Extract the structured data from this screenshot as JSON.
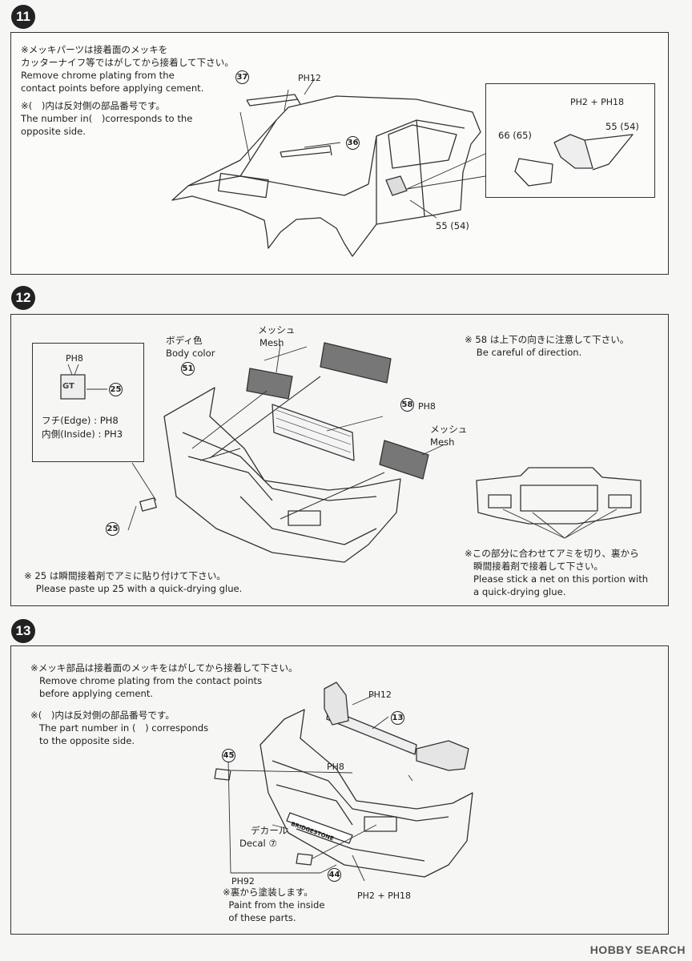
{
  "steps": {
    "s11": "11",
    "s12": "12",
    "s13": "13"
  },
  "step11": {
    "note_chrome": "※メッキパーツは接着面のメッキを\nカッターナイフ等ではがしてから接着して下さい。\nRemove chrome plating from the\ncontact points before applying cement.",
    "note_opposite": "※(　)内は反対側の部品番号です。\nThe number in(　)corresponds to the\nopposite side.",
    "ref_ph12": "PH12",
    "part_37": "37",
    "part_36": "36",
    "part_55_54": "55 (54)",
    "inset_ref": "PH2 + PH18",
    "inset_66_65": "66 (65)",
    "inset_55_54": "55 (54)"
  },
  "step12": {
    "ph8_top": "PH8",
    "part_25_inset": "25",
    "edge_label": "フチ(Edge) : PH8",
    "inside_label": "内側(Inside) : PH3",
    "body_color_jp": "ボディ色",
    "body_color_en": "Body color",
    "part_51": "51",
    "mesh1_jp": "メッシュ",
    "mesh1_en": "Mesh",
    "part_58": "58",
    "ref_ph8": "PH8",
    "mesh2_jp": "メッシュ",
    "mesh2_en": "Mesh",
    "part_25": "25",
    "note_direction": "※ 58 は上下の向きに注意して下さい。\n    Be careful of direction.",
    "note_paste": "※ 25 は瞬間接着剤でアミに貼り付けて下さい。\n    Please paste up 25 with a quick-drying glue.",
    "note_net": "※この部分に合わせてアミを切り、裏から\n   瞬間接着剤で接着して下さい。\n   Please stick a net on this portion with\n   a quick-drying glue."
  },
  "step13": {
    "note_chrome": "※メッキ部品は接着面のメッキをはがしてから接着して下さい。\n   Remove chrome plating from the contact points\n   before applying cement.",
    "note_opposite": "※(　)内は反対側の部品番号です。\n   The part number in (　) corresponds\n   to the opposite side.",
    "ref_ph12": "PH12",
    "part_13": "13",
    "part_45": "45",
    "ref_ph8": "PH8",
    "decal_jp": "デカール",
    "decal_en": "Decal ⑦",
    "brand_decal": "BRIDGESTONE",
    "ph92": "PH92",
    "part_44": "44",
    "paint_note": "※裏から塗装します。\n  Paint from the inside\n  of these parts.",
    "ref_bottom": "PH2 + PH18"
  },
  "watermark": "HOBBY SEARCH"
}
